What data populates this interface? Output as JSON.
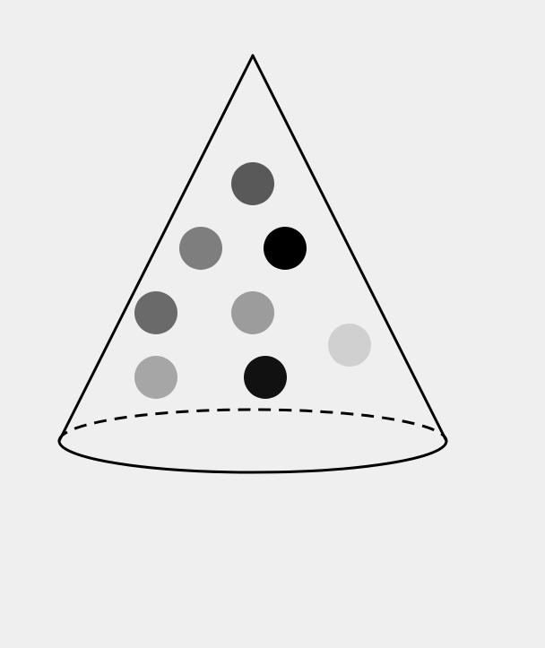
{
  "diagram": {
    "background_color": "#efefef",
    "outline_color": "#000000",
    "shape": "cone",
    "base_style": "dashed back edge, solid front edge",
    "dot_count": 8,
    "dots": [
      {
        "name": "dot-1",
        "color": "#595959"
      },
      {
        "name": "dot-2",
        "color": "#7e7e7e"
      },
      {
        "name": "dot-3",
        "color": "#000000"
      },
      {
        "name": "dot-4",
        "color": "#6a6a6a"
      },
      {
        "name": "dot-5",
        "color": "#9c9c9c"
      },
      {
        "name": "dot-6",
        "color": "#d0d0d0"
      },
      {
        "name": "dot-7",
        "color": "#a6a6a6"
      },
      {
        "name": "dot-8",
        "color": "#111111"
      }
    ]
  }
}
